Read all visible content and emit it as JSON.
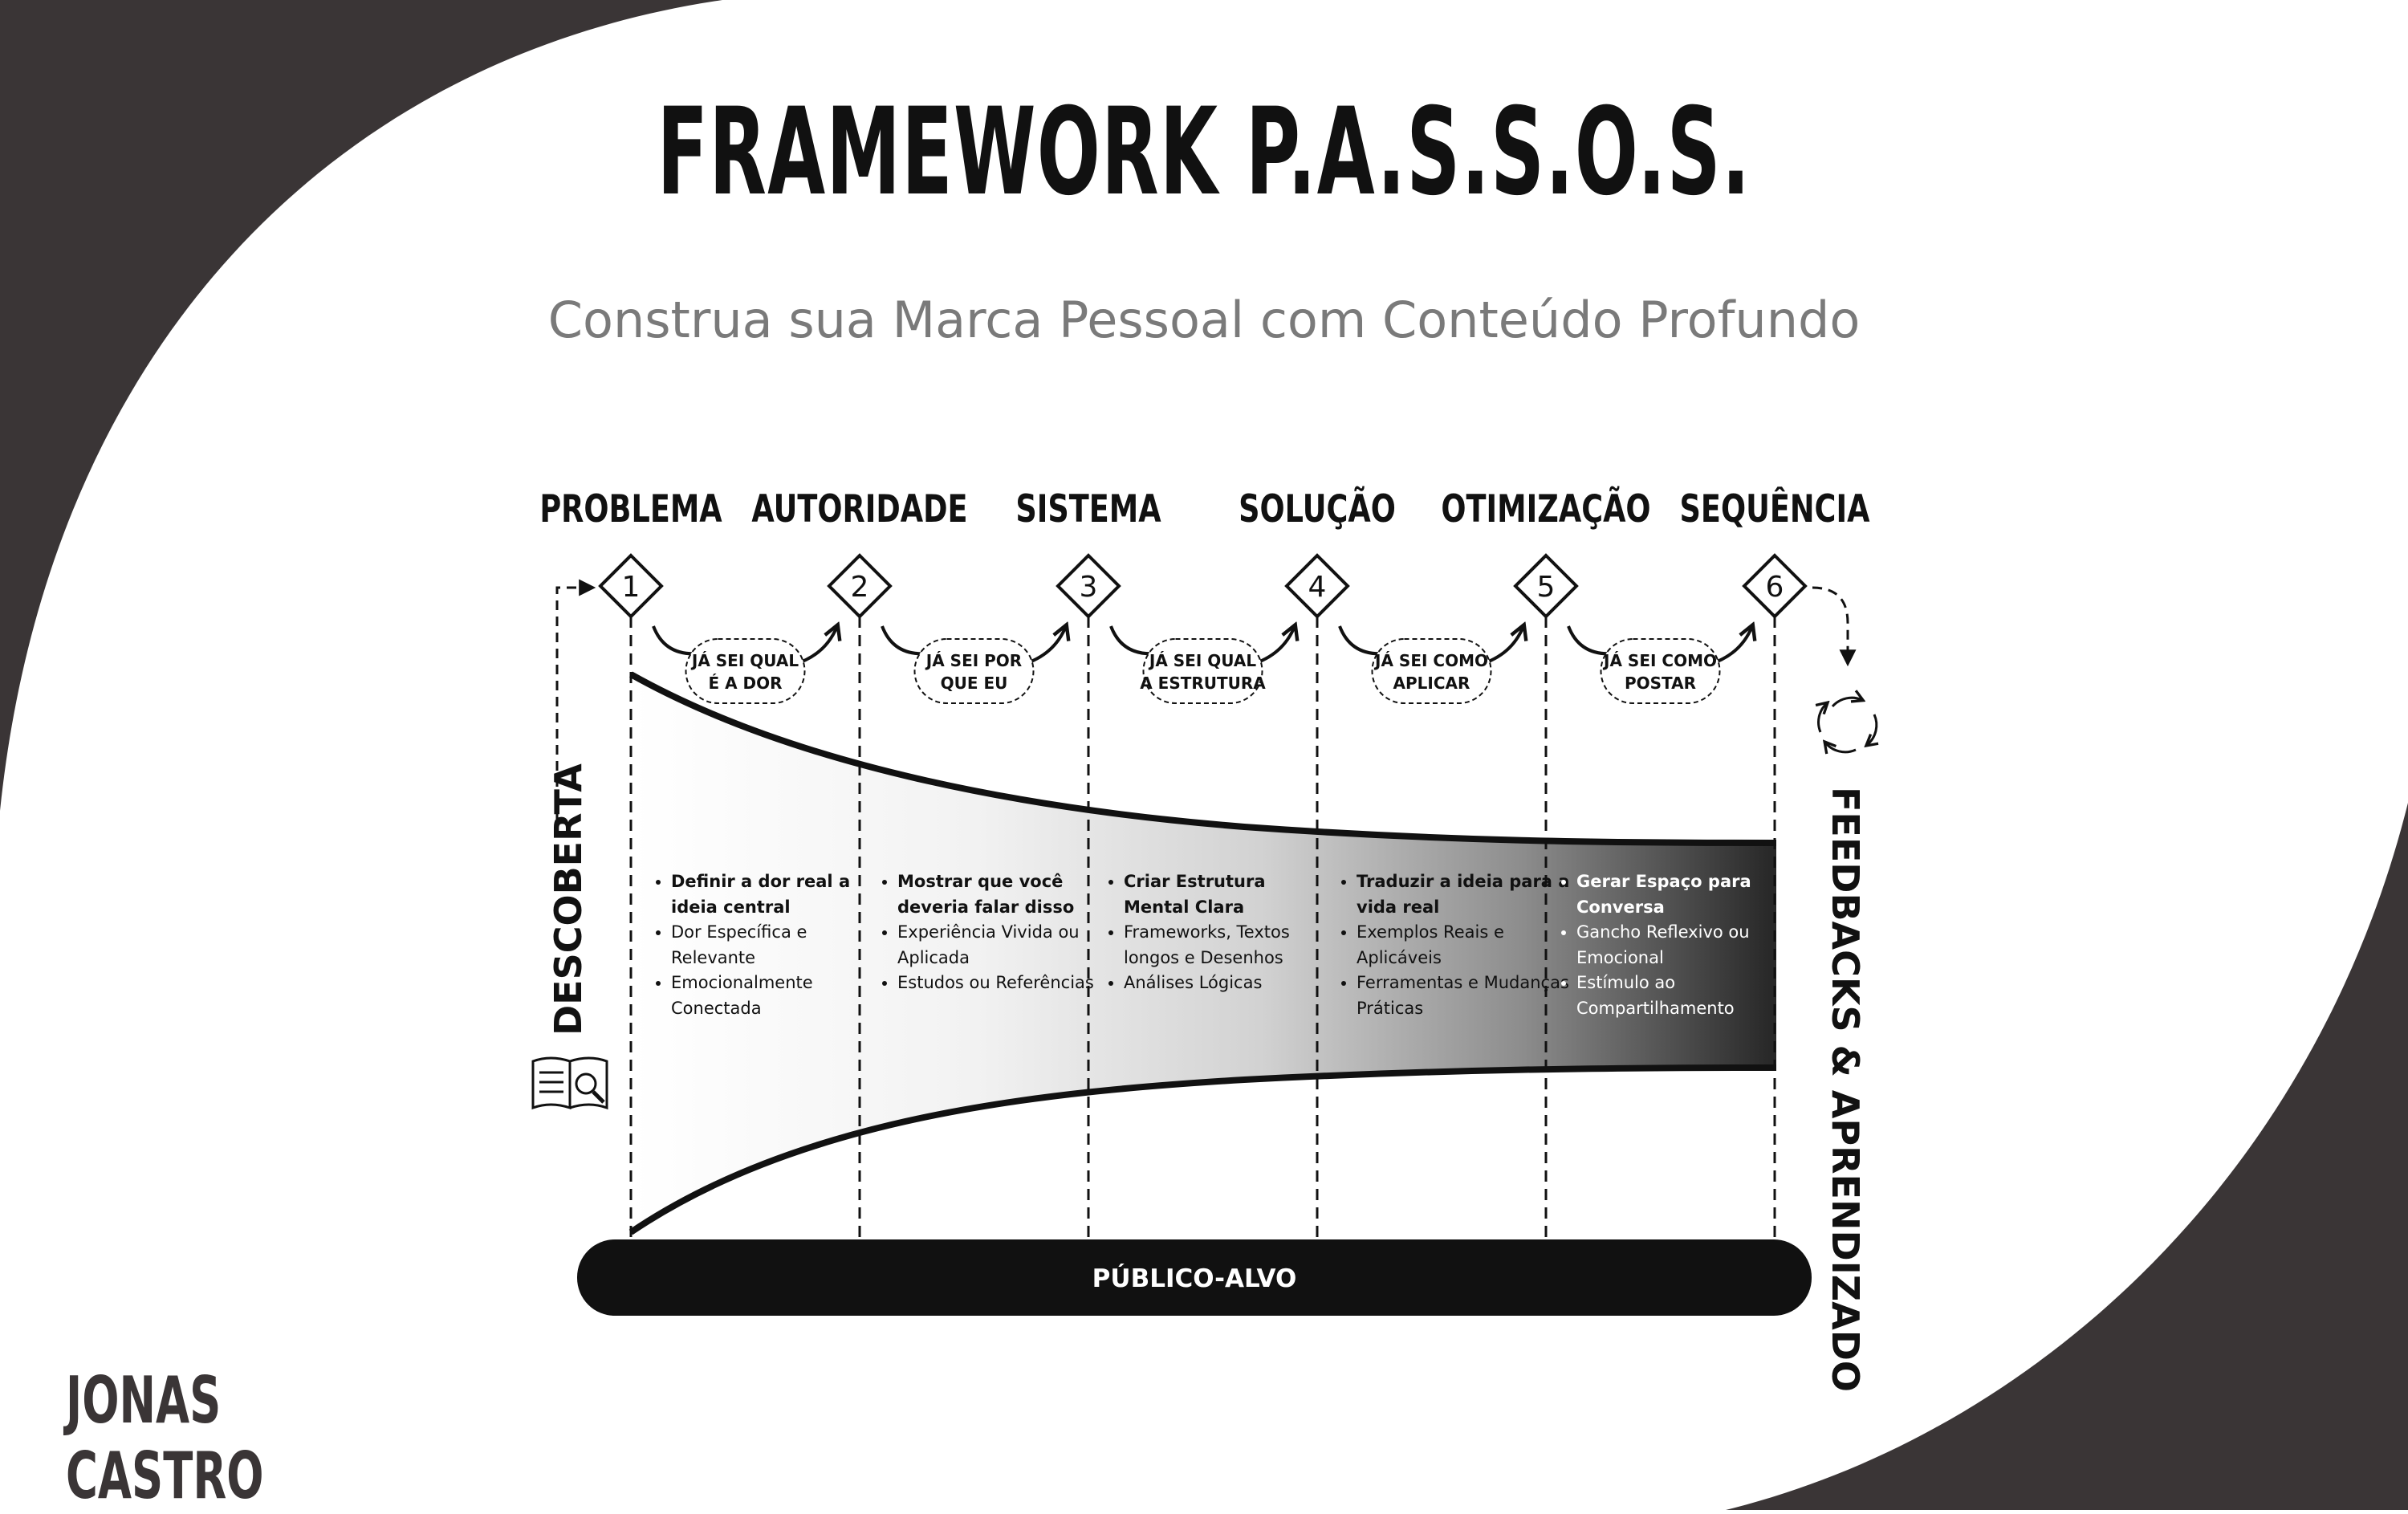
{
  "header": {
    "title": "FRAMEWORK P.A.S.S.O.S.",
    "subtitle": "Construa sua Marca Pessoal com Conteúdo Profundo"
  },
  "brand": "JONAS CASTRO",
  "colors": {
    "dark": "#3a3536",
    "ink": "#111111",
    "subtitle": "#7a7a7a"
  },
  "steps": [
    {
      "title": "PROBLEMA",
      "number": "1",
      "bubble": [
        "JÁ SEI QUAL",
        "É A DOR"
      ],
      "bullets": [
        {
          "text": "Definir a dor real a ideia central",
          "bold": true
        },
        {
          "text": "Dor Específica e Relevante",
          "bold": false
        },
        {
          "text": "Emocionalmente Conectada",
          "bold": false
        }
      ]
    },
    {
      "title": "AUTORIDADE",
      "number": "2",
      "bubble": [
        "JÁ SEI POR",
        "QUE EU"
      ],
      "bullets": [
        {
          "text": "Mostrar que você deveria falar disso",
          "bold": true
        },
        {
          "text": "Experiência Vivida ou Aplicada",
          "bold": false
        },
        {
          "text": "Estudos ou Referências",
          "bold": false
        }
      ]
    },
    {
      "title": "SISTEMA",
      "number": "3",
      "bubble": [
        "JÁ SEI QUAL",
        "A ESTRUTURA"
      ],
      "bullets": [
        {
          "text": "Criar Estrutura Mental Clara",
          "bold": true
        },
        {
          "text": "Frameworks, Textos longos e Desenhos",
          "bold": false
        },
        {
          "text": "Análises Lógicas",
          "bold": false
        }
      ]
    },
    {
      "title": "SOLUÇÃO",
      "number": "4",
      "bubble": [
        "JÁ SEI COMO",
        "APLICAR"
      ],
      "bullets": [
        {
          "text": "Traduzir a ideia para a vida real",
          "bold": true
        },
        {
          "text": "Exemplos Reais e Aplicáveis",
          "bold": false
        },
        {
          "text": "Ferramentas  e Mudanças Práticas",
          "bold": false
        }
      ]
    },
    {
      "title": "OTIMIZAÇÃO",
      "number": "5",
      "bubble": [
        "JÁ SEI COMO",
        "POSTAR"
      ],
      "bullets": [
        {
          "text": "Gerar Espaço para Conversa",
          "bold": true
        },
        {
          "text": "Gancho Reflexivo ou Emocional",
          "bold": false
        },
        {
          "text": "Estímulo ao Compartilhamento",
          "bold": false
        }
      ]
    },
    {
      "title": "SEQUÊNCIA",
      "number": "6",
      "bubble": null,
      "bullets": []
    }
  ],
  "left_label": "DESCOBERTA",
  "left_icon": "book-search-icon",
  "right_label": "FEEDBACKS & APRENDIZADO",
  "right_icon": "cycle-arrows-icon",
  "bottom_bar": "PÚBLICO-ALVO"
}
